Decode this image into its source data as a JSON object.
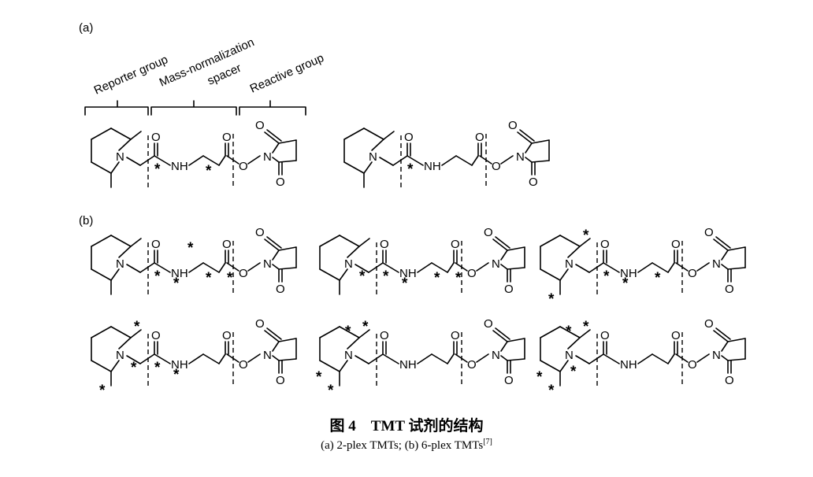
{
  "panels": {
    "a": "(a)",
    "b": "(b)"
  },
  "groups": {
    "reporter": "Reporter group",
    "mass_norm_line1": "Mass-normalization",
    "mass_norm_line2": "spacer",
    "reactive": "Reactive group"
  },
  "atoms": {
    "N": "N",
    "O": "O",
    "NH": "NH",
    "star": "*"
  },
  "caption": {
    "title": "图 4　TMT 试剂的结构",
    "subtitle": "(a) 2-plex TMTs; (b) 6-plex TMTs",
    "ref": "[7]"
  },
  "structures": [
    {
      "id": "2plex-1",
      "stars": [
        "a1",
        "b"
      ]
    },
    {
      "id": "2plex-2",
      "stars": [
        "a1"
      ]
    },
    {
      "id": "6plex-1",
      "stars": [
        "a1",
        "nh_top",
        "nh_bot",
        "b",
        "c"
      ]
    },
    {
      "id": "6plex-2",
      "stars": [
        "a0",
        "a1",
        "nh_bot",
        "b",
        "c"
      ]
    },
    {
      "id": "6plex-3",
      "stars": [
        "me_top",
        "me_bot",
        "a1",
        "nh_bot",
        "b"
      ]
    },
    {
      "id": "6plex-4",
      "stars": [
        "me_top",
        "me_bot",
        "a0",
        "a1",
        "nh_bot"
      ]
    },
    {
      "id": "6plex-5",
      "stars": [
        "me_top",
        "c2",
        "c6",
        "me_bot"
      ]
    },
    {
      "id": "6plex-6",
      "stars": [
        "me_top",
        "c2",
        "c6",
        "me_bot",
        "n_star"
      ]
    }
  ]
}
